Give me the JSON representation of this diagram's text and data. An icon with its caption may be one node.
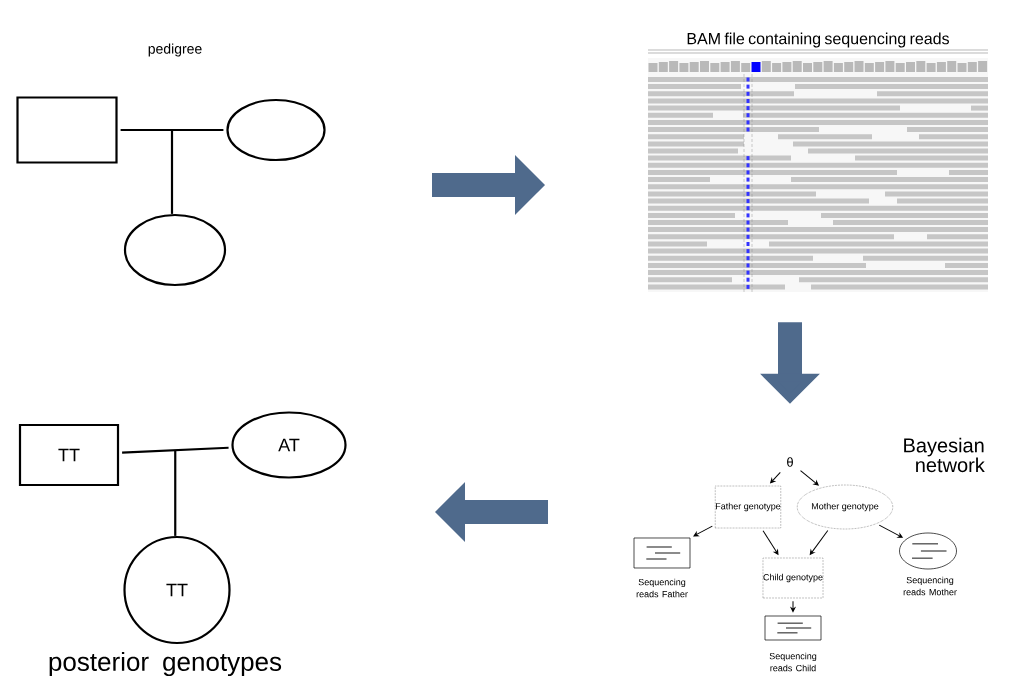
{
  "diagram": {
    "nodes": [
      {
        "text": [],
        "shape": "box"
      },
      {
        "text": [],
        "shape": "circle"
      },
      {
        "text": [],
        "shape": "circle"
      },
      {
        "text": [],
        "shape": "picture",
        "beside": [
          "BAM file containing sequencing reads"
        ]
      },
      {
        "text": [
          "θ"
        ]
      },
      {
        "text": [
          "Father genotype"
        ]
      },
      {
        "text": [
          "Mother genotype"
        ]
      },
      {
        "text": [],
        "shape": "box",
        "beside": [
          "Sequencing reads Father"
        ]
      },
      {
        "text": [
          "Child genotype"
        ]
      },
      {
        "text": [],
        "shape": "circle",
        "beside": [
          "Sequencing reads Mother"
        ]
      },
      {
        "text": [],
        "shape": "box",
        "beside": [
          "Sequencing reads Child"
        ]
      },
      {
        "text": [
          "TT"
        ]
      },
      {
        "text": [
          "AT"
        ]
      },
      {
        "text": [
          "TT"
        ]
      }
    ],
    "edges": [
      {
        "from": 0,
        "to": 1,
        "arrow": "none"
      },
      {
        "from": 0,
        "to": 2,
        "arrow": "none"
      },
      {
        "from": 1,
        "to": 2,
        "arrow": "none"
      },
      {
        "from": 3,
        "to": 4,
        "arrow": "to",
        "style": "thick",
        "color": "#4f6a8c"
      },
      {
        "from": 4,
        "to": 5,
        "arrow": "to"
      },
      {
        "from": 4,
        "to": 6,
        "arrow": "to"
      },
      {
        "from": 5,
        "to": 7,
        "arrow": "to"
      },
      {
        "from": 5,
        "to": 8,
        "arrow": "to"
      },
      {
        "from": 6,
        "to": 8,
        "arrow": "to"
      },
      {
        "from": 6,
        "to": 9,
        "arrow": "to"
      },
      {
        "from": 8,
        "to": 10,
        "arrow": "to"
      },
      {
        "from": 11,
        "to": 12,
        "arrow": "none"
      },
      {
        "from": 11,
        "to": 13,
        "arrow": "none"
      },
      {
        "from": 12,
        "to": 13,
        "arrow": "none"
      }
    ],
    "labels": [
      "pedigree",
      "Bayesian network",
      "posterior genotypes"
    ]
  }
}
